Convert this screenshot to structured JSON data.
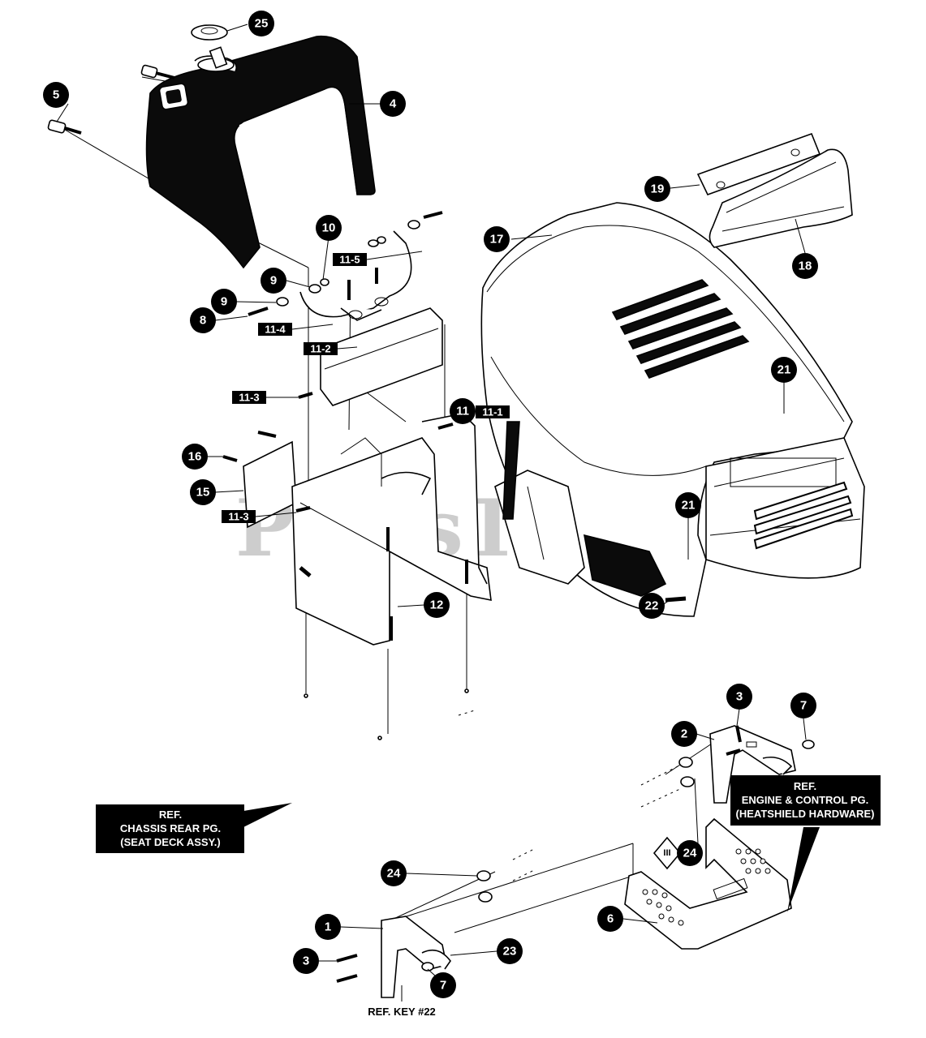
{
  "diagram": {
    "watermark": "PartsTree",
    "watermark_mark": "™",
    "callouts": [
      {
        "id": "c25",
        "label": "25"
      },
      {
        "id": "c5",
        "label": "5"
      },
      {
        "id": "c4",
        "label": "4"
      },
      {
        "id": "c10",
        "label": "10"
      },
      {
        "id": "c9a",
        "label": "9"
      },
      {
        "id": "c9b",
        "label": "9"
      },
      {
        "id": "c8",
        "label": "8"
      },
      {
        "id": "c17",
        "label": "17"
      },
      {
        "id": "c19",
        "label": "19"
      },
      {
        "id": "c18",
        "label": "18"
      },
      {
        "id": "c21a",
        "label": "21"
      },
      {
        "id": "c21b",
        "label": "21"
      },
      {
        "id": "c11",
        "label": "11"
      },
      {
        "id": "c16",
        "label": "16"
      },
      {
        "id": "c15",
        "label": "15"
      },
      {
        "id": "c12",
        "label": "12"
      },
      {
        "id": "c22",
        "label": "22"
      },
      {
        "id": "c3a",
        "label": "3"
      },
      {
        "id": "c7a",
        "label": "7"
      },
      {
        "id": "c2",
        "label": "2"
      },
      {
        "id": "c24a",
        "label": "24"
      },
      {
        "id": "c24b",
        "label": "24"
      },
      {
        "id": "c6",
        "label": "6"
      },
      {
        "id": "c1",
        "label": "1"
      },
      {
        "id": "c23",
        "label": "23"
      },
      {
        "id": "c3b",
        "label": "3"
      },
      {
        "id": "c7b",
        "label": "7"
      }
    ],
    "tags": [
      {
        "id": "t11-5",
        "label": "11-5"
      },
      {
        "id": "t11-4",
        "label": "11-4"
      },
      {
        "id": "t11-2",
        "label": "11-2"
      },
      {
        "id": "t11-3a",
        "label": "11-3"
      },
      {
        "id": "t11-1",
        "label": "11-1"
      },
      {
        "id": "t11-3b",
        "label": "11-3"
      }
    ],
    "ref_boxes": {
      "chassis": {
        "line1": "REF.",
        "line2": "CHASSIS REAR PG.",
        "line3": "(SEAT DECK ASSY.)"
      },
      "engine": {
        "line1": "REF.",
        "line2": "ENGINE & CONTROL PG.",
        "line3": "(HEATSHIELD HARDWARE)"
      }
    },
    "ref_key": "REF. KEY #22",
    "diamond_label": "III",
    "colors": {
      "ink": "#000000",
      "paper": "#ffffff",
      "watermark": "#bdbdbd"
    }
  }
}
